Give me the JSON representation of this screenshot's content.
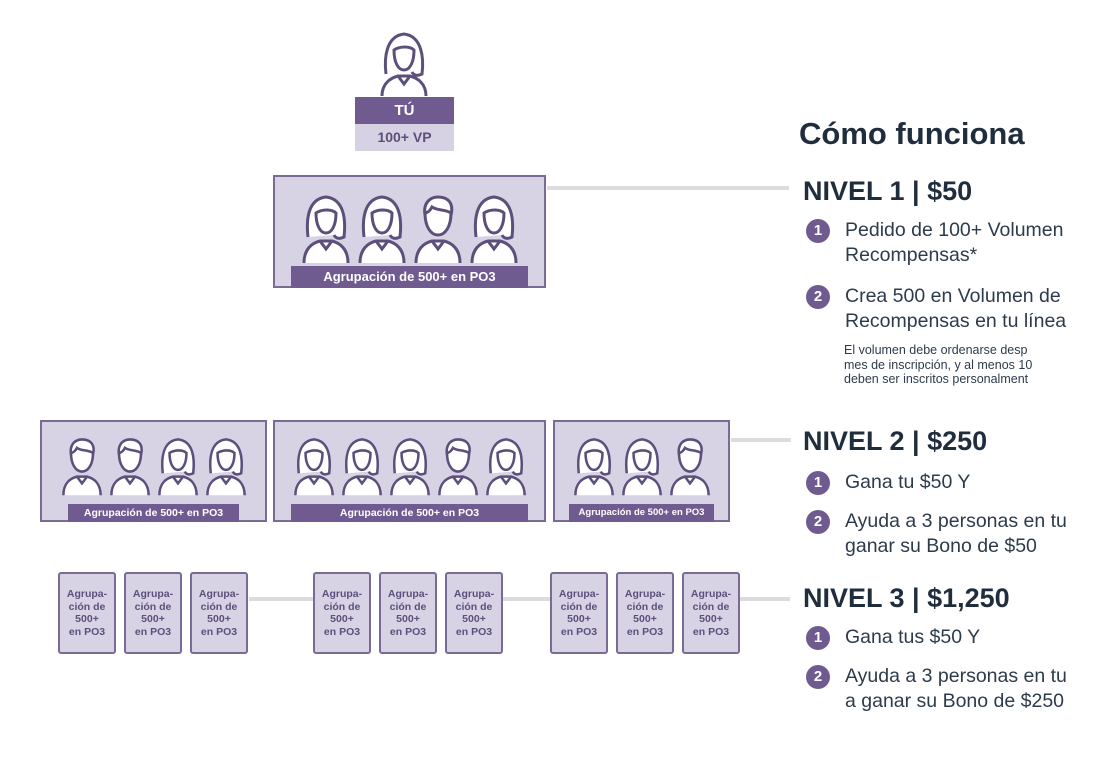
{
  "tree": {
    "top": {
      "label": "TÚ",
      "volume": "100+ VP"
    },
    "group_label_long": "Agrupación de 500+ en PO3",
    "level1_groups": [
      {
        "people": [
          "female",
          "female",
          "male",
          "female"
        ]
      }
    ],
    "level2_groups": [
      {
        "people": [
          "male",
          "male",
          "female",
          "female"
        ]
      },
      {
        "people": [
          "female",
          "female",
          "female",
          "male",
          "female"
        ]
      },
      {
        "people": [
          "female",
          "female",
          "male"
        ]
      }
    ],
    "level3_box_text": "Agrupa-\nción de\n500+\nen PO3",
    "level3_box_count": 9
  },
  "panel": {
    "title": "Cómo funciona",
    "levels": [
      {
        "title": "NIVEL 1 | $50",
        "items": [
          {
            "num": "1",
            "text": "Pedido de 100+ Volumen\nRecompensas*"
          },
          {
            "num": "2",
            "text": "Crea 500 en Volumen de\nRecompensas en tu línea"
          }
        ],
        "note": "El volumen debe ordenarse desp\nmes de inscripción, y al menos 10\ndeben ser inscritos personalment"
      },
      {
        "title": "NIVEL 2 | $250",
        "items": [
          {
            "num": "1",
            "text": "Gana tu $50 Y"
          },
          {
            "num": "2",
            "text": "Ayuda a 3 personas en tu\nganar su Bono de $50"
          }
        ]
      },
      {
        "title": "NIVEL 3 | $1,250",
        "items": [
          {
            "num": "1",
            "text": "Gana tus $50 Y"
          },
          {
            "num": "2",
            "text": "Ayuda a 3 personas en tu\na ganar su Bono de $250"
          }
        ]
      }
    ]
  },
  "colors": {
    "accent": "#6f5b8f",
    "box_fill": "#d8d3e4",
    "connector": "#dcdcdf",
    "text": "#1f2d3d"
  }
}
